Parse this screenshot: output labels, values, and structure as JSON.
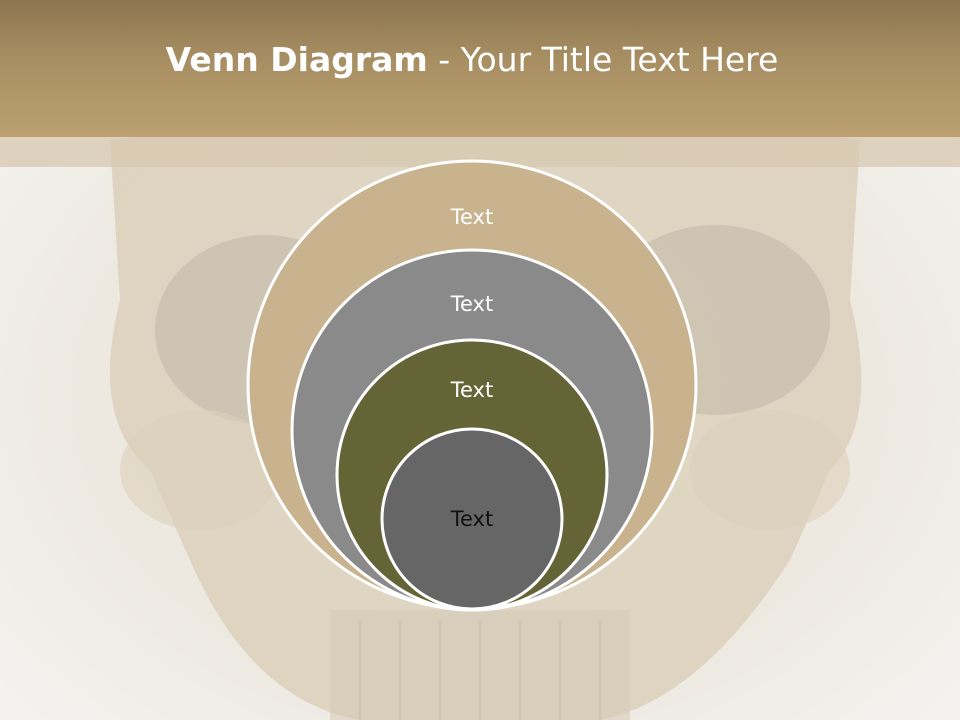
{
  "slide": {
    "title_bold": "Venn Diagram",
    "title_rest": " - Your Title Text Here"
  },
  "colors": {
    "header": "#a88f63",
    "circle_outer": "#c9b38e",
    "circle_second": "#8a8a8a",
    "circle_third": "#656436",
    "circle_inner": "#666666",
    "circle_stroke": "#ffffff"
  },
  "diagram": {
    "circles": [
      {
        "label": "Text"
      },
      {
        "label": "Text"
      },
      {
        "label": "Text"
      },
      {
        "label": "Text"
      }
    ]
  }
}
